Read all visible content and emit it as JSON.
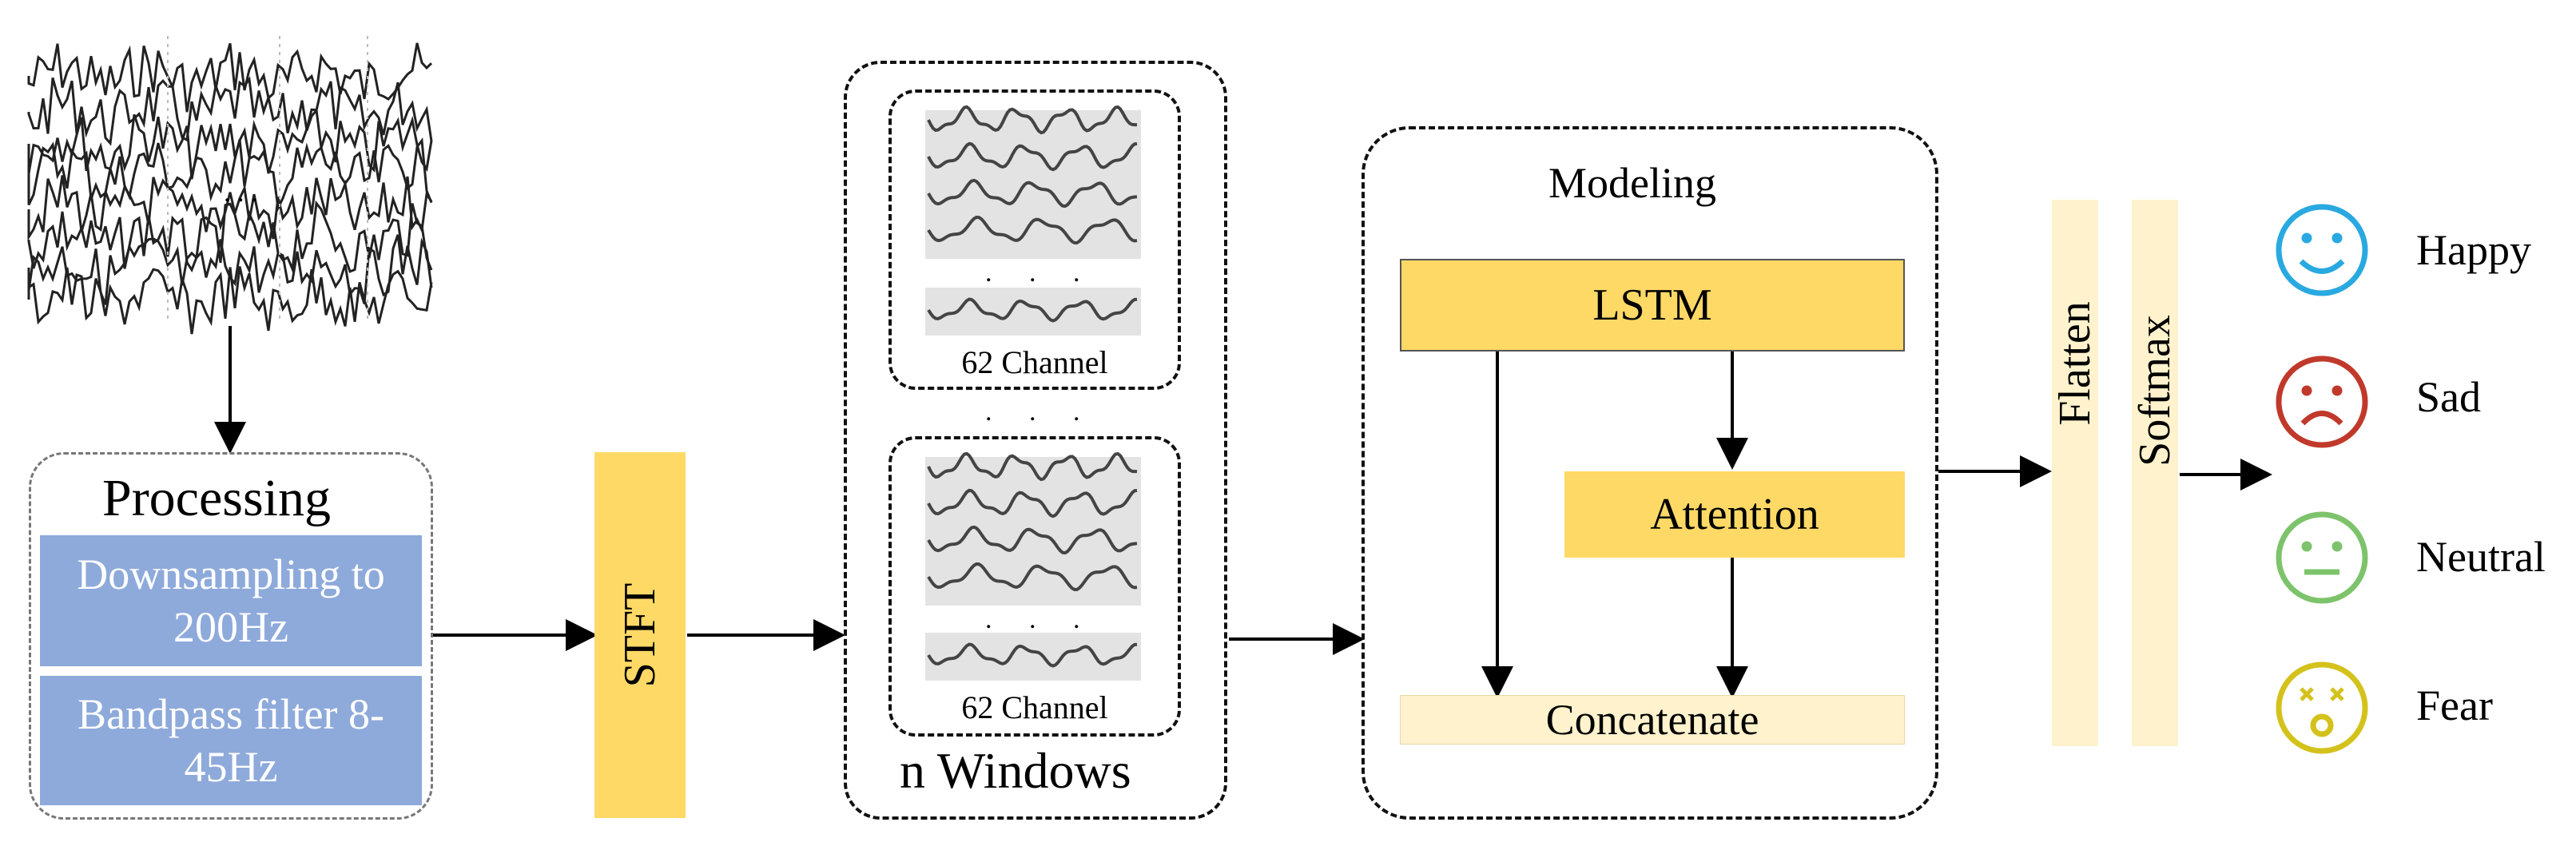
{
  "processing": {
    "title": "Processing",
    "step1": "Downsampling to 200Hz",
    "step2": "Bandpass filter 8-45Hz"
  },
  "stft": {
    "label": "STFT"
  },
  "windows": {
    "channel_label_1": "62 Channel",
    "channel_label_2": "62 Channel",
    "title": "n Windows"
  },
  "modeling": {
    "title": "Modeling",
    "lstm": "LSTM",
    "attention": "Attention",
    "concatenate": "Concatenate"
  },
  "layers": {
    "flatten": "Flatten",
    "softmax": "Softmax"
  },
  "emotions": [
    {
      "label": "Happy",
      "icon": "happy-face-icon",
      "color": "#29a9e0"
    },
    {
      "label": "Sad",
      "icon": "sad-face-icon",
      "color": "#c0392b"
    },
    {
      "label": "Neutral",
      "icon": "neutral-face-icon",
      "color": "#7dc36b"
    },
    {
      "label": "Fear",
      "icon": "fear-face-icon",
      "color": "#d4c21c"
    }
  ],
  "colors": {
    "blue": "#8eaadb",
    "yellow": "#ffd966",
    "pale_yellow": "#fff2cc"
  }
}
